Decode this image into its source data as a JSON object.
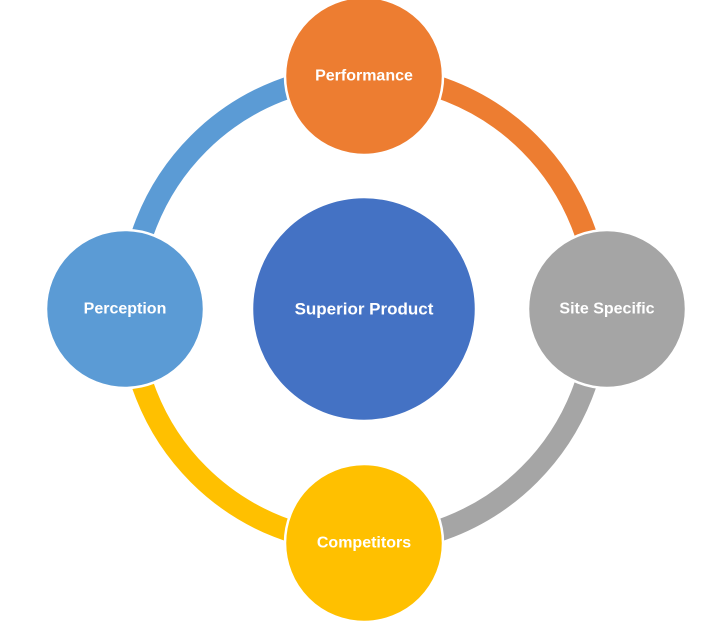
{
  "diagram": {
    "type": "cycle",
    "center": {
      "label": "Superior Product",
      "color": "#4472C4"
    },
    "nodes": [
      {
        "id": "performance",
        "label": "Performance",
        "color": "#ED7D31",
        "position": "top"
      },
      {
        "id": "site-specific",
        "label": "Site Specific",
        "color": "#A5A5A5",
        "position": "right"
      },
      {
        "id": "competitors",
        "label": "Competitors",
        "color": "#FFC000",
        "position": "bottom"
      },
      {
        "id": "perception",
        "label": "Perception",
        "color": "#5B9BD5",
        "position": "left"
      }
    ],
    "connectors": [
      {
        "from": "performance",
        "to": "site-specific",
        "color": "#ED7D31"
      },
      {
        "from": "site-specific",
        "to": "competitors",
        "color": "#A5A5A5"
      },
      {
        "from": "competitors",
        "to": "perception",
        "color": "#FFC000"
      },
      {
        "from": "perception",
        "to": "performance",
        "color": "#5B9BD5"
      }
    ]
  }
}
